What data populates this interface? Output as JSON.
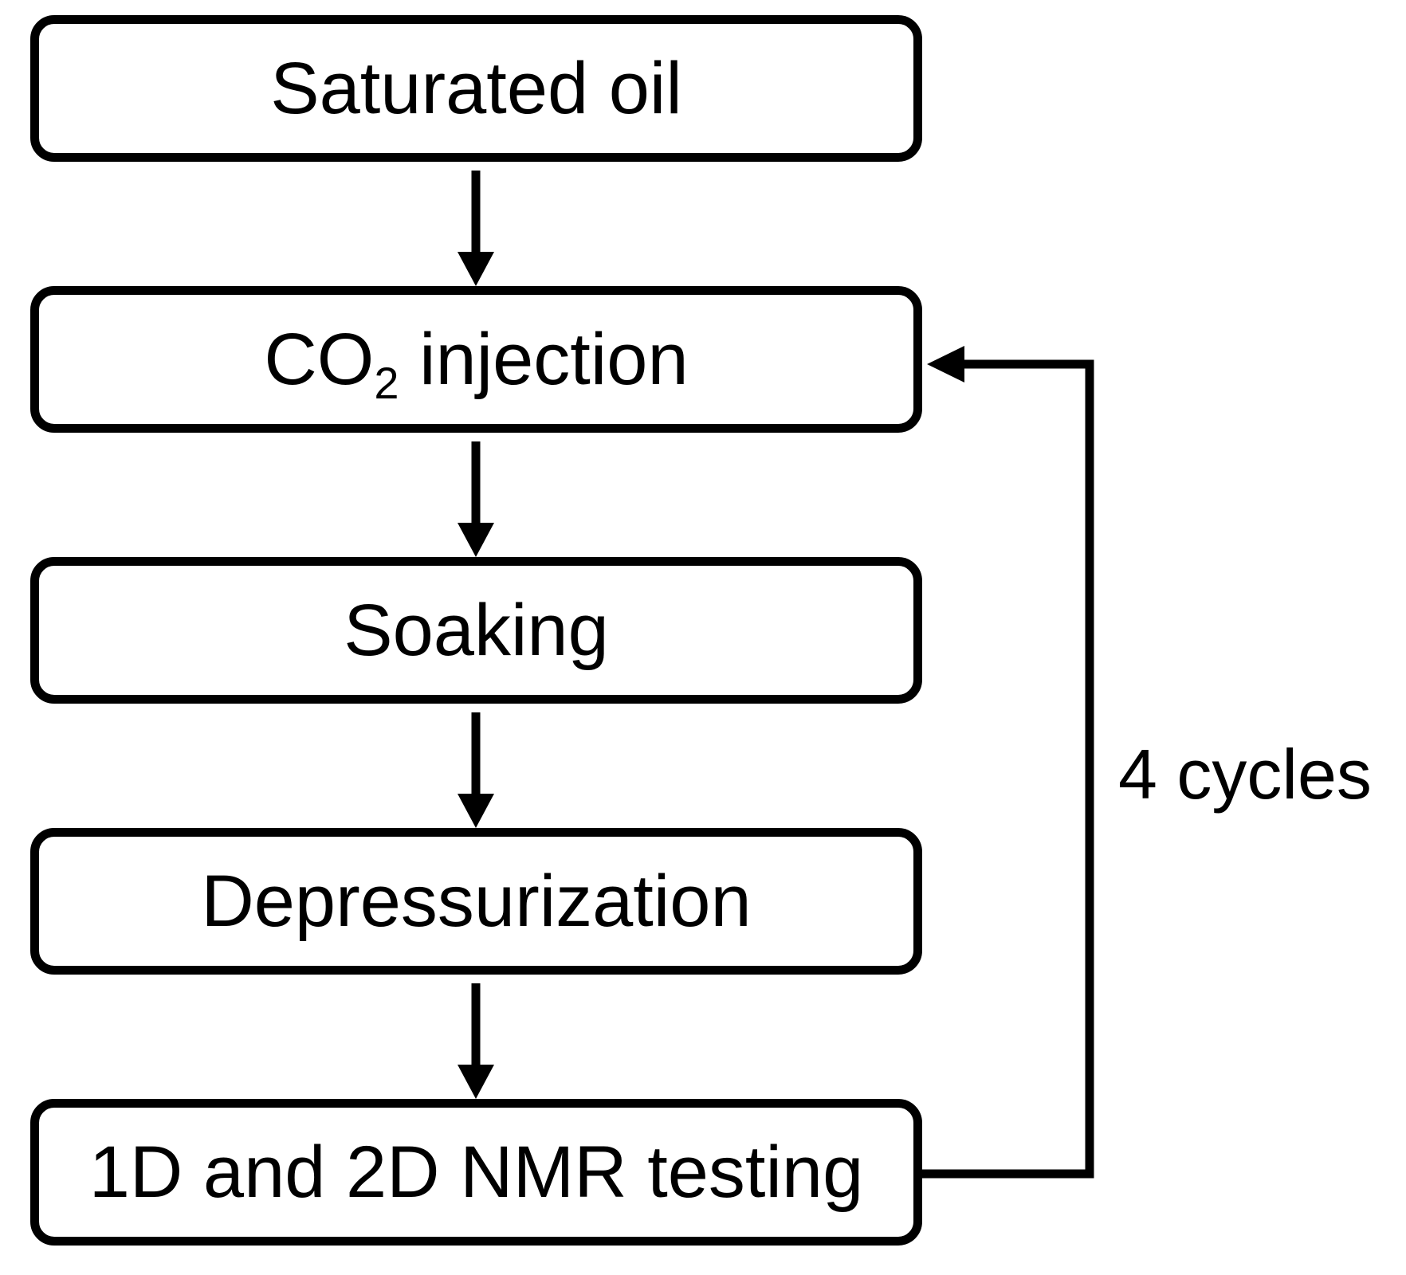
{
  "diagram": {
    "steps": [
      {
        "id": "saturated-oil",
        "label": "Saturated oil"
      },
      {
        "id": "co2-injection",
        "label_main": "CO",
        "label_sub": "2",
        "label_rest": " injection"
      },
      {
        "id": "soaking",
        "label": "Soaking"
      },
      {
        "id": "depressurization",
        "label": "Depressurization"
      },
      {
        "id": "nmr-testing",
        "label": "1D and 2D NMR testing"
      }
    ],
    "edges": [
      {
        "from": "saturated-oil",
        "to": "co2-injection"
      },
      {
        "from": "co2-injection",
        "to": "soaking"
      },
      {
        "from": "soaking",
        "to": "depressurization"
      },
      {
        "from": "depressurization",
        "to": "nmr-testing"
      },
      {
        "from": "nmr-testing",
        "to": "co2-injection",
        "label": "4 cycles"
      }
    ],
    "line_color": "#000000",
    "fill_color": "#ffffff"
  }
}
